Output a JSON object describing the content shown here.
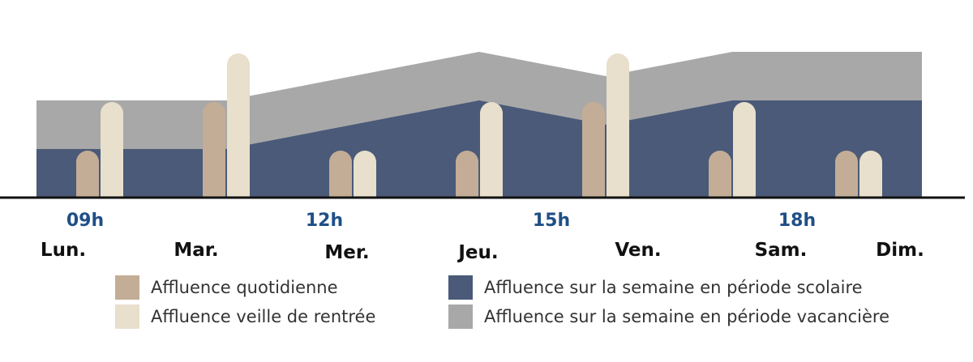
{
  "chart_data": {
    "type": "bar",
    "categories": [
      "Lun.",
      "Mar.",
      "Mer.",
      "Jeu.",
      "Ven.",
      "Sam.",
      "Dim."
    ],
    "hour_labels": [
      "09h",
      "12h",
      "15h",
      "18h"
    ],
    "series": [
      {
        "name": "Affluence quotidienne",
        "color": "#c3ad96",
        "values": [
          1,
          2,
          1,
          1,
          2,
          1,
          1
        ]
      },
      {
        "name": "Affluence veille de rentrée",
        "color": "#e8dfcc",
        "values": [
          2,
          3,
          1,
          2,
          3,
          2,
          1
        ]
      },
      {
        "name": "Affluence sur la semaine en période scolaire",
        "color": "#4a5a78",
        "values": [
          1,
          1,
          1.5,
          2,
          1.5,
          2,
          2
        ]
      },
      {
        "name": "Affluence sur la semaine en période vacancière",
        "color": "#a8a8a8",
        "values": [
          2,
          2,
          2.5,
          3,
          2.5,
          3,
          3
        ]
      }
    ],
    "bar_series_groups": [
      [
        0,
        1
      ],
      [
        0,
        1
      ],
      [
        0,
        1
      ],
      [
        0,
        1
      ],
      [
        0,
        1
      ],
      [
        0,
        1
      ],
      [
        0,
        1
      ]
    ],
    "ylim": [
      0,
      3
    ],
    "grid": false,
    "legend": "bottom"
  }
}
